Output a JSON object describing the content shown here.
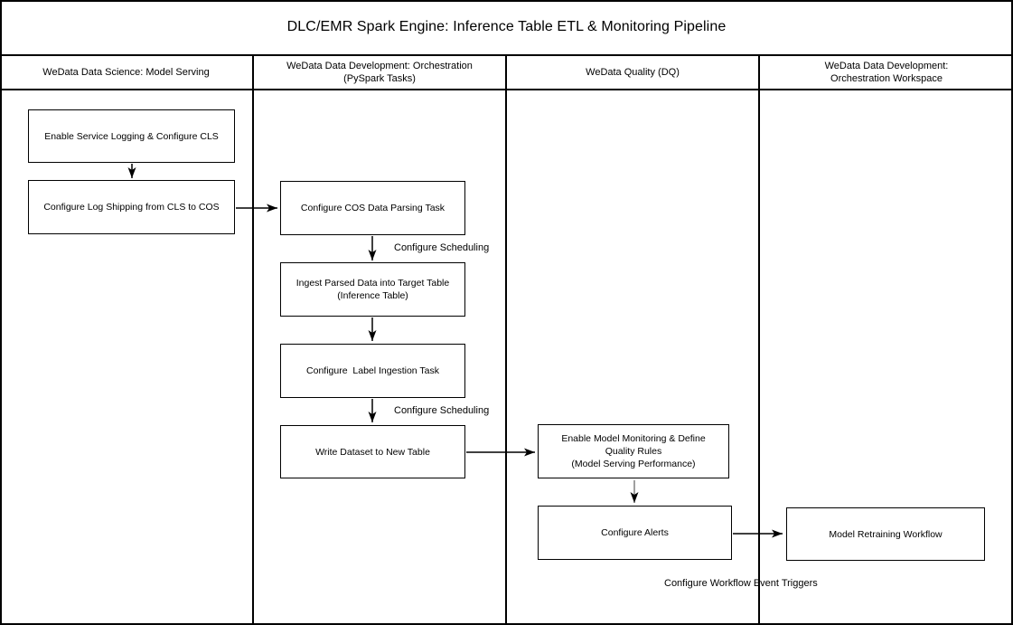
{
  "diagram": {
    "title": "DLC/EMR Spark Engine: Inference Table ETL & Monitoring Pipeline"
  },
  "lanes": [
    {
      "label": "WeData Data Science: Model Serving"
    },
    {
      "label": "WeData Data Development: Orchestration\n(PySpark Tasks)"
    },
    {
      "label": "WeData Quality (DQ)"
    },
    {
      "label": "WeData Data Development:\nOrchestration Workspace"
    }
  ],
  "nodes": {
    "enable_service_logging": "Enable Service Logging & Configure CLS",
    "configure_log_shipping": "Configure Log Shipping from CLS to COS",
    "configure_cos_parsing": "Configure COS Data Parsing Task",
    "ingest_parsed_data": "Ingest Parsed Data into Target Table\n(Inference Table)",
    "configure_label_ingestion": "Configure  Label Ingestion Task",
    "write_dataset": "Write Dataset to New Table",
    "enable_model_monitoring": "Enable Model Monitoring & Define\nQuality Rules\n(Model Serving Performance)",
    "configure_alerts": "Configure Alerts",
    "model_retraining": "Model Retraining Workflow"
  },
  "edge_labels": {
    "scheduling_top": "Configure Scheduling",
    "scheduling_bottom": "Configure Scheduling",
    "workflow_event_triggers": "Configure Workflow Event Triggers"
  },
  "colors": {
    "stroke": "#000000",
    "monitoring_edge_stroke": "#808080",
    "node_fill": "#ffffff",
    "background": "#ffffff"
  }
}
